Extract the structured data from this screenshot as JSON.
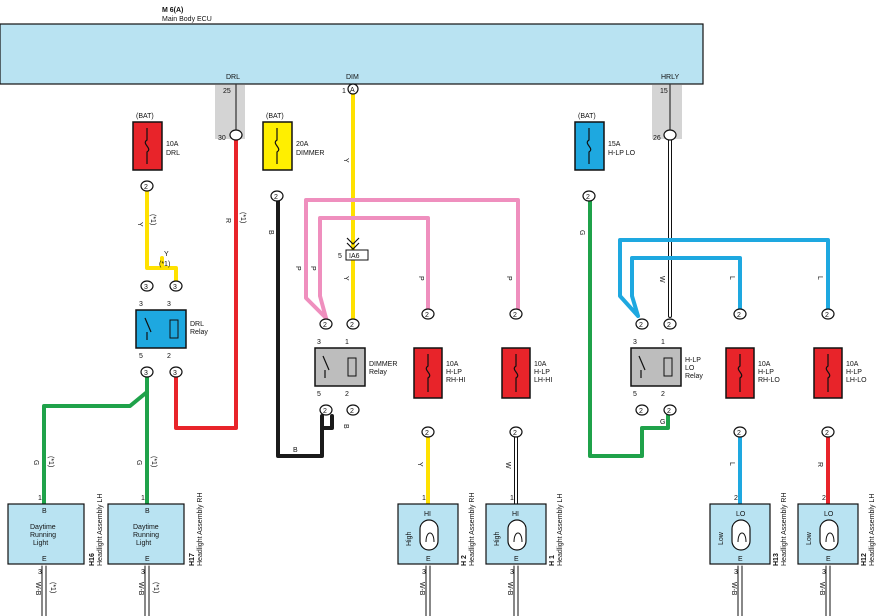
{
  "ecu": {
    "id": "M 6(A)",
    "name": "Main Body ECU",
    "color": "#b9e3f2"
  },
  "ecu_pins": [
    {
      "label": "DRL",
      "pin": "25"
    },
    {
      "label": "DIM",
      "pin": "1",
      "conn": "A"
    },
    {
      "label": "HRLY",
      "pin": "15"
    }
  ],
  "sources": [
    {
      "id": "fuse-drl",
      "bat": "(BAT)",
      "amp": "10A",
      "name": "DRL",
      "color": "#e8242a"
    },
    {
      "id": "fuse-dimmer",
      "bat": "(BAT)",
      "amp": "20A",
      "name": "DIMMER",
      "color": "#ffef00"
    },
    {
      "id": "fuse-hlplo",
      "bat": "(BAT)",
      "amp": "15A",
      "name": "H-LP LO",
      "color": "#1ea8e0"
    }
  ],
  "fuses": [
    {
      "id": "fuse-rhhi",
      "amp": "10A",
      "name1": "H-LP",
      "name2": "RH-HI"
    },
    {
      "id": "fuse-lhhi",
      "amp": "10A",
      "name1": "H-LP",
      "name2": "LH-HI"
    },
    {
      "id": "fuse-rhlo",
      "amp": "10A",
      "name1": "H-LP",
      "name2": "RH-LO"
    },
    {
      "id": "fuse-lhlo",
      "amp": "10A",
      "name1": "H-LP",
      "name2": "LH-LO"
    }
  ],
  "relays": [
    {
      "id": "drl-relay",
      "l1": "DRL",
      "l2": "Relay",
      "color": "#1ea8e0"
    },
    {
      "id": "dimmer-relay",
      "l1": "DIMMER",
      "l2": "Relay",
      "color": "#bdbdbd"
    },
    {
      "id": "hlplo-relay",
      "l1": "H-LP",
      "l2": "LO",
      "l3": "Relay",
      "color": "#bdbdbd"
    }
  ],
  "junction": {
    "pin": "5",
    "id": "IA6"
  },
  "loads": [
    {
      "code": "H16",
      "name": "Headlight Assembly LH",
      "t1": "Daytime",
      "t2": "Running",
      "t3": "Light",
      "top": "B",
      "bot": "E",
      "p1": "1",
      "p2": "3",
      "wire": "W-B",
      "note": "(*1)"
    },
    {
      "code": "H17",
      "name": "Headlight Assembly RH",
      "t1": "Daytime",
      "t2": "Running",
      "t3": "Light",
      "top": "B",
      "bot": "E",
      "p1": "1",
      "p2": "3",
      "wire": "W-B",
      "note": "(*1)"
    },
    {
      "code": "H 2",
      "name": "Headlight Assembly RH",
      "lamp": "High",
      "top": "HI",
      "bot": "E",
      "p1": "1",
      "p2": "3",
      "wire": "W-B"
    },
    {
      "code": "H 1",
      "name": "Headlight Assembly LH",
      "lamp": "High",
      "top": "HI",
      "bot": "E",
      "p1": "1",
      "p2": "3",
      "wire": "W-B"
    },
    {
      "code": "H13",
      "name": "Headlight Assembly RH",
      "lamp": "Low",
      "top": "LO",
      "bot": "E",
      "p1": "2",
      "p2": "3",
      "wire": "W-B"
    },
    {
      "code": "H12",
      "name": "Headlight Assembly LH",
      "lamp": "Low",
      "top": "LO",
      "bot": "E",
      "p1": "2",
      "p2": "3",
      "wire": "W-B"
    }
  ],
  "wire_labels": {
    "y": "Y",
    "r": "R",
    "b": "B",
    "p": "P",
    "g": "G",
    "w": "W",
    "l": "L",
    "star1": "(*1)"
  },
  "pins": {
    "p1": "1",
    "p2": "2",
    "p3": "3",
    "p5": "5",
    "p26": "26",
    "p30": "30"
  },
  "wire_colors": {
    "yellow": "#ffe100",
    "red": "#e8242a",
    "black": "#1a1a1a",
    "pink": "#ef8fbe",
    "green": "#1fa24a",
    "blue": "#1ea8e0",
    "white": "#ffffff"
  }
}
